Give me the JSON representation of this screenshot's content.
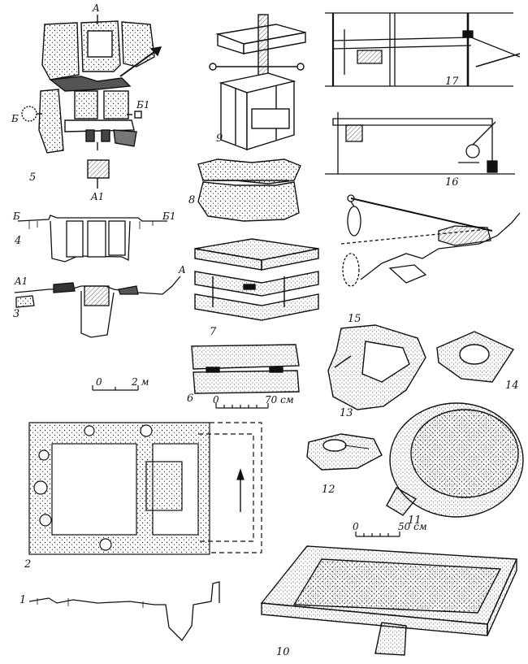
{
  "figures": {
    "f1": "1",
    "f2": "2",
    "f3": "3",
    "f4": "4",
    "f5": "5",
    "f6": "6",
    "f7": "7",
    "f8": "8",
    "f9": "9",
    "f10": "10",
    "f11": "11",
    "f12": "12",
    "f13": "13",
    "f14": "14",
    "f15": "15",
    "f16": "16",
    "f17": "17"
  },
  "section_labels": {
    "a": "A",
    "a1": "A1",
    "b": "Б",
    "b1": "Б1"
  },
  "scales": {
    "s1_zero": "0",
    "s1_end": "2 м",
    "s2_zero": "0",
    "s2_end": "70 см",
    "s3_zero": "0",
    "s3_end": "50 см"
  }
}
